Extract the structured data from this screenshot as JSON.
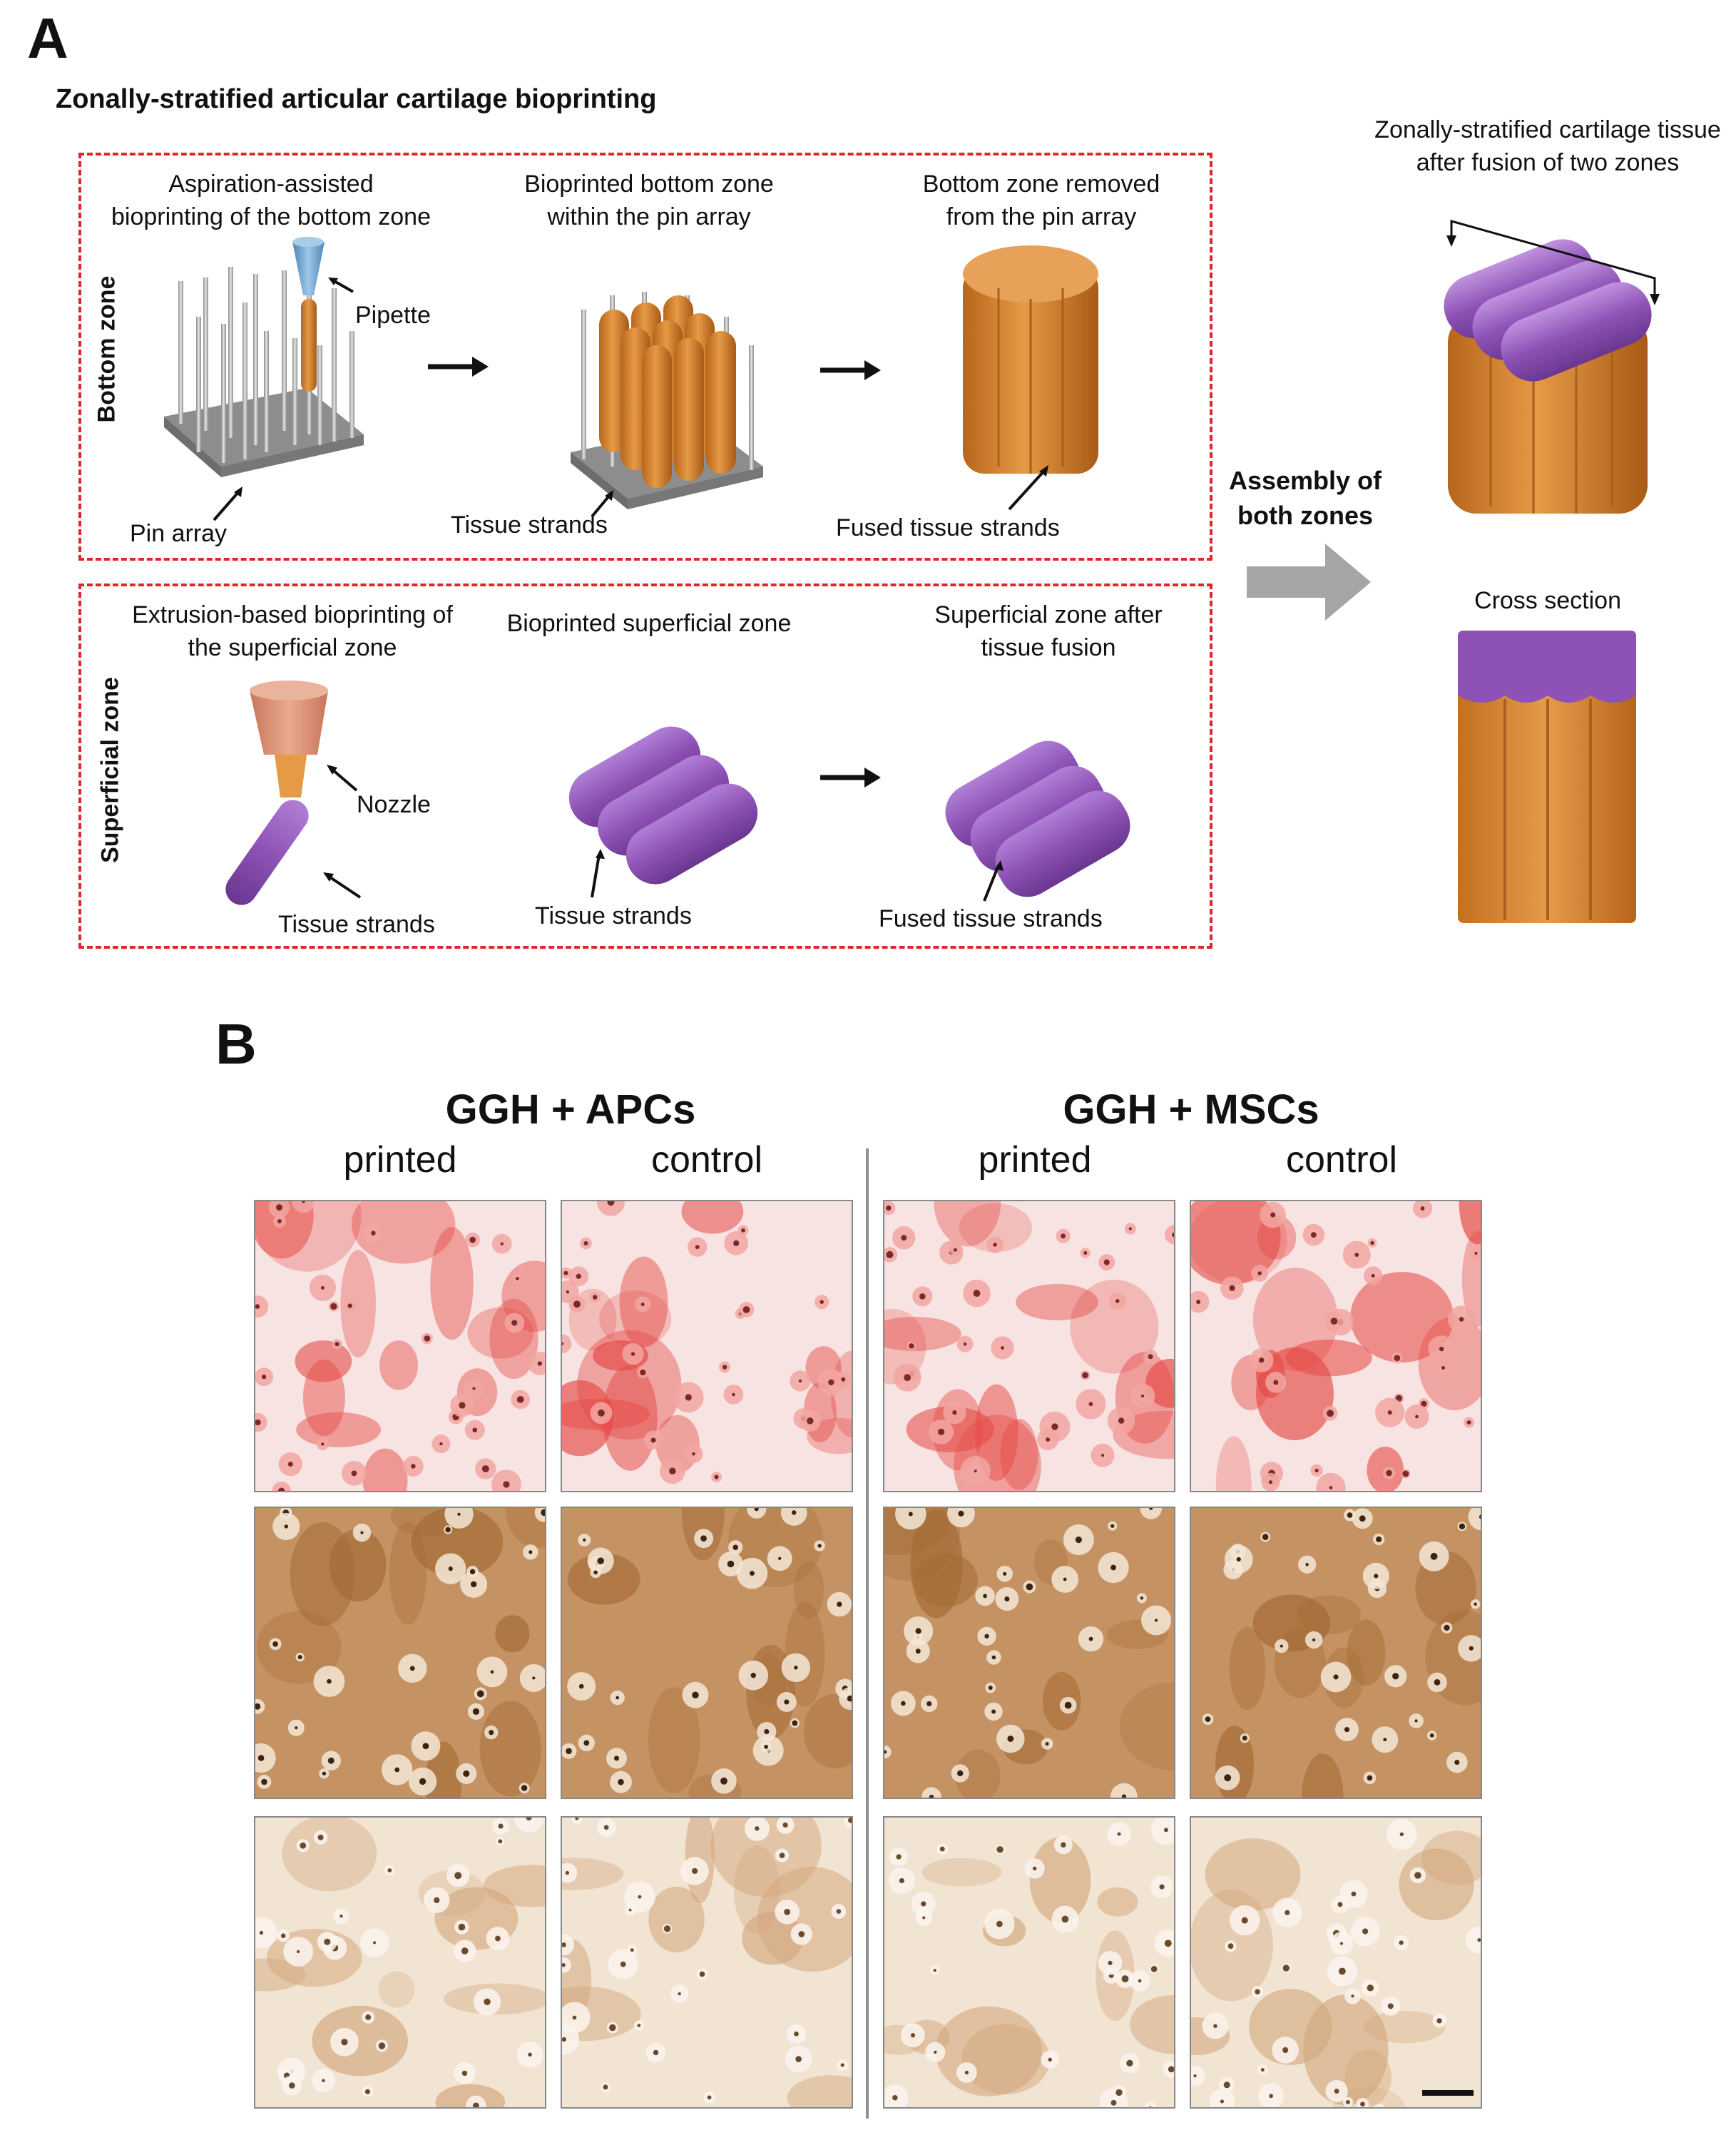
{
  "panelA": {
    "letter": "A",
    "title": "Zonally-stratified articular cartilage bioprinting",
    "bottom_zone": {
      "side_label": "Bottom zone",
      "step1_caption": "Aspiration-assisted\nbioprinting  of the bottom zone",
      "step2_caption": "Bioprinted bottom zone\nwithin the pin array",
      "step3_caption": "Bottom zone removed\nfrom the pin array",
      "pipette_label": "Pipette",
      "pin_array_label": "Pin array",
      "tissue_strands_label": "Tissue strands",
      "fused_label": "Fused tissue strands"
    },
    "superficial_zone": {
      "side_label": "Superficial zone",
      "step1_caption": "Extrusion-based bioprinting  of\nthe superficial zone",
      "step2_caption": "Bioprinted  superficial zone",
      "step3_caption": "Superficial zone after\ntissue fusion",
      "nozzle_label": "Nozzle",
      "tissue_strands_label_1": "Tissue strands",
      "tissue_strands_label_2": "Tissue strands",
      "fused_label": "Fused tissue strands"
    },
    "assembly_label": "Assembly of\nboth zones",
    "result_caption": "Zonally-stratified cartilage tissue\nafter fusion of two zones",
    "cross_section_label": "Cross section",
    "colors": {
      "bottom": "#d98a2e",
      "superficial": "#8e52b6",
      "dash": "#e0262b",
      "pipette": "#6fa3cf",
      "nozzle": "#d99477"
    }
  },
  "panelB": {
    "letter": "B",
    "groups": [
      {
        "title": "GGH  + APCs",
        "cols": [
          "printed",
          "control"
        ]
      },
      {
        "title": "GGH  + MSCs",
        "cols": [
          "printed",
          "control"
        ]
      }
    ]
  }
}
